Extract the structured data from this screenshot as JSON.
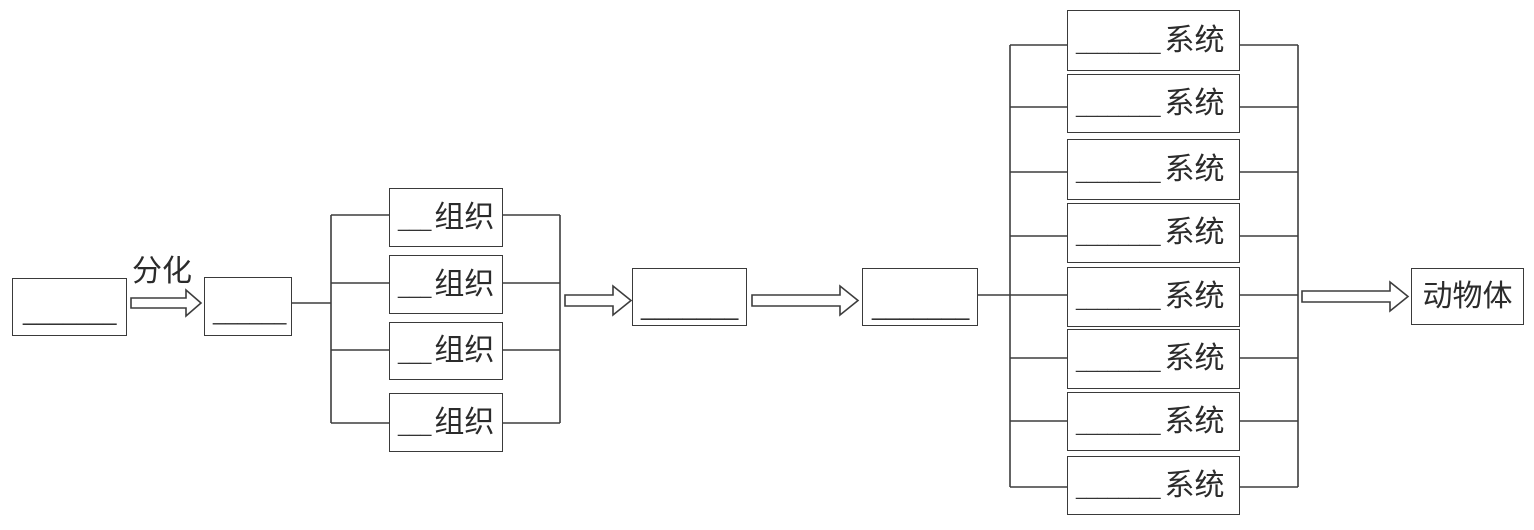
{
  "diagram": {
    "box_1": {
      "blank": "_______"
    },
    "differentiation_label": "分化",
    "box_2": {
      "blank": "______"
    },
    "tissues": [
      {
        "blank": "___",
        "label": "组织"
      },
      {
        "blank": "___",
        "label": "组织"
      },
      {
        "blank": "___",
        "label": "组织"
      },
      {
        "blank": "___",
        "label": "组织"
      }
    ],
    "box_3": {
      "blank": "_______"
    },
    "box_4": {
      "blank": "_______"
    },
    "systems": [
      {
        "blank": "________",
        "label": "系统"
      },
      {
        "blank": "________",
        "label": "系统"
      },
      {
        "blank": "________",
        "label": "系统"
      },
      {
        "blank": "________",
        "label": "系统"
      },
      {
        "blank": "________",
        "label": "系统"
      },
      {
        "blank": "________",
        "label": "系统"
      },
      {
        "blank": "________",
        "label": "系统"
      },
      {
        "blank": "________",
        "label": "系统"
      }
    ],
    "result_label": "动物体",
    "colors": {
      "line": "#3d3d3d",
      "text": "#2b2b2b",
      "background": "#ffffff"
    }
  }
}
